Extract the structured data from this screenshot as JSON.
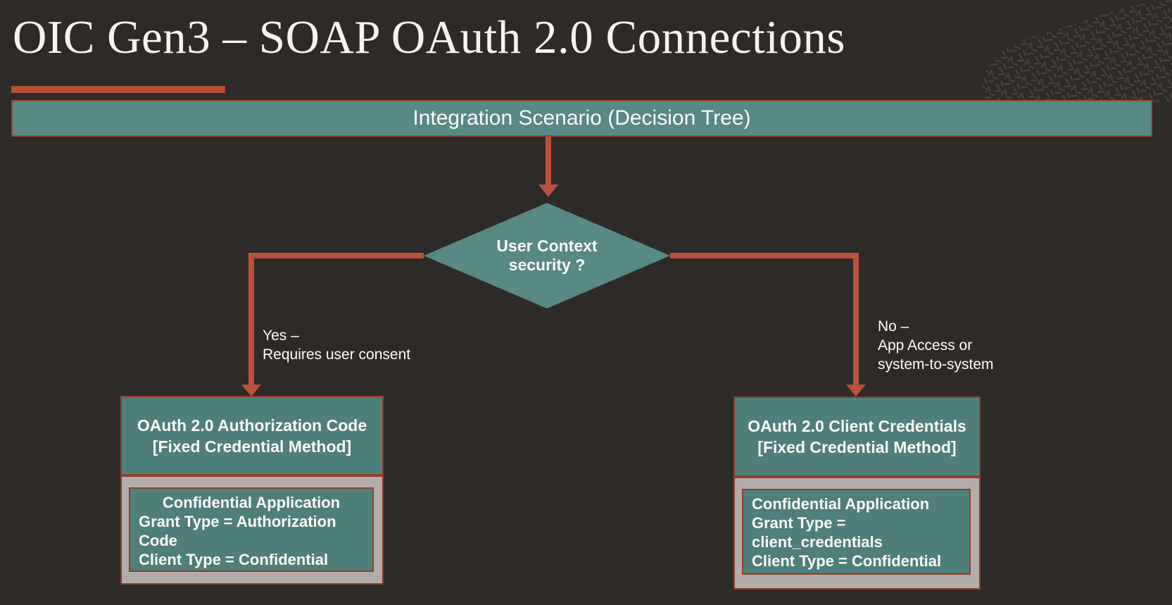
{
  "slide": {
    "title": "OIC Gen3 – SOAP OAuth 2.0 Connections",
    "banner_label": "Integration Scenario (Decision Tree)",
    "decision_diamond": {
      "line1": "User Context",
      "line2": "security ?"
    },
    "yes_branch": {
      "line1": "Yes –",
      "line2": "Requires user consent"
    },
    "no_branch": {
      "line1": "No –",
      "line2": "App Access or",
      "line3": "system-to-system"
    },
    "auth_code_box": {
      "header_line1": "OAuth 2.0 Authorization Code",
      "header_line2": "[Fixed Credential Method]",
      "detail_line1": "Confidential Application",
      "detail_line2": "Grant Type = Authorization Code",
      "detail_line3": "Client Type = Confidential"
    },
    "client_credentials_box": {
      "header_line1": "OAuth 2.0 Client Credentials",
      "header_line2": "[Fixed Credential Method]",
      "detail_line1": "Confidential Application",
      "detail_line2": "Grant Type = client_credentials",
      "detail_line3": "Client Type = Confidential"
    },
    "colors": {
      "background": "#2e2a27",
      "teal_banner": "#578985",
      "teal_box": "#4f7f7b",
      "rust_accent": "#b9523c",
      "box_border": "#8f3e2e",
      "banner_border": "#9c4836",
      "gray_panel": "#b4aca8",
      "text_light": "#fbfaf8"
    }
  }
}
